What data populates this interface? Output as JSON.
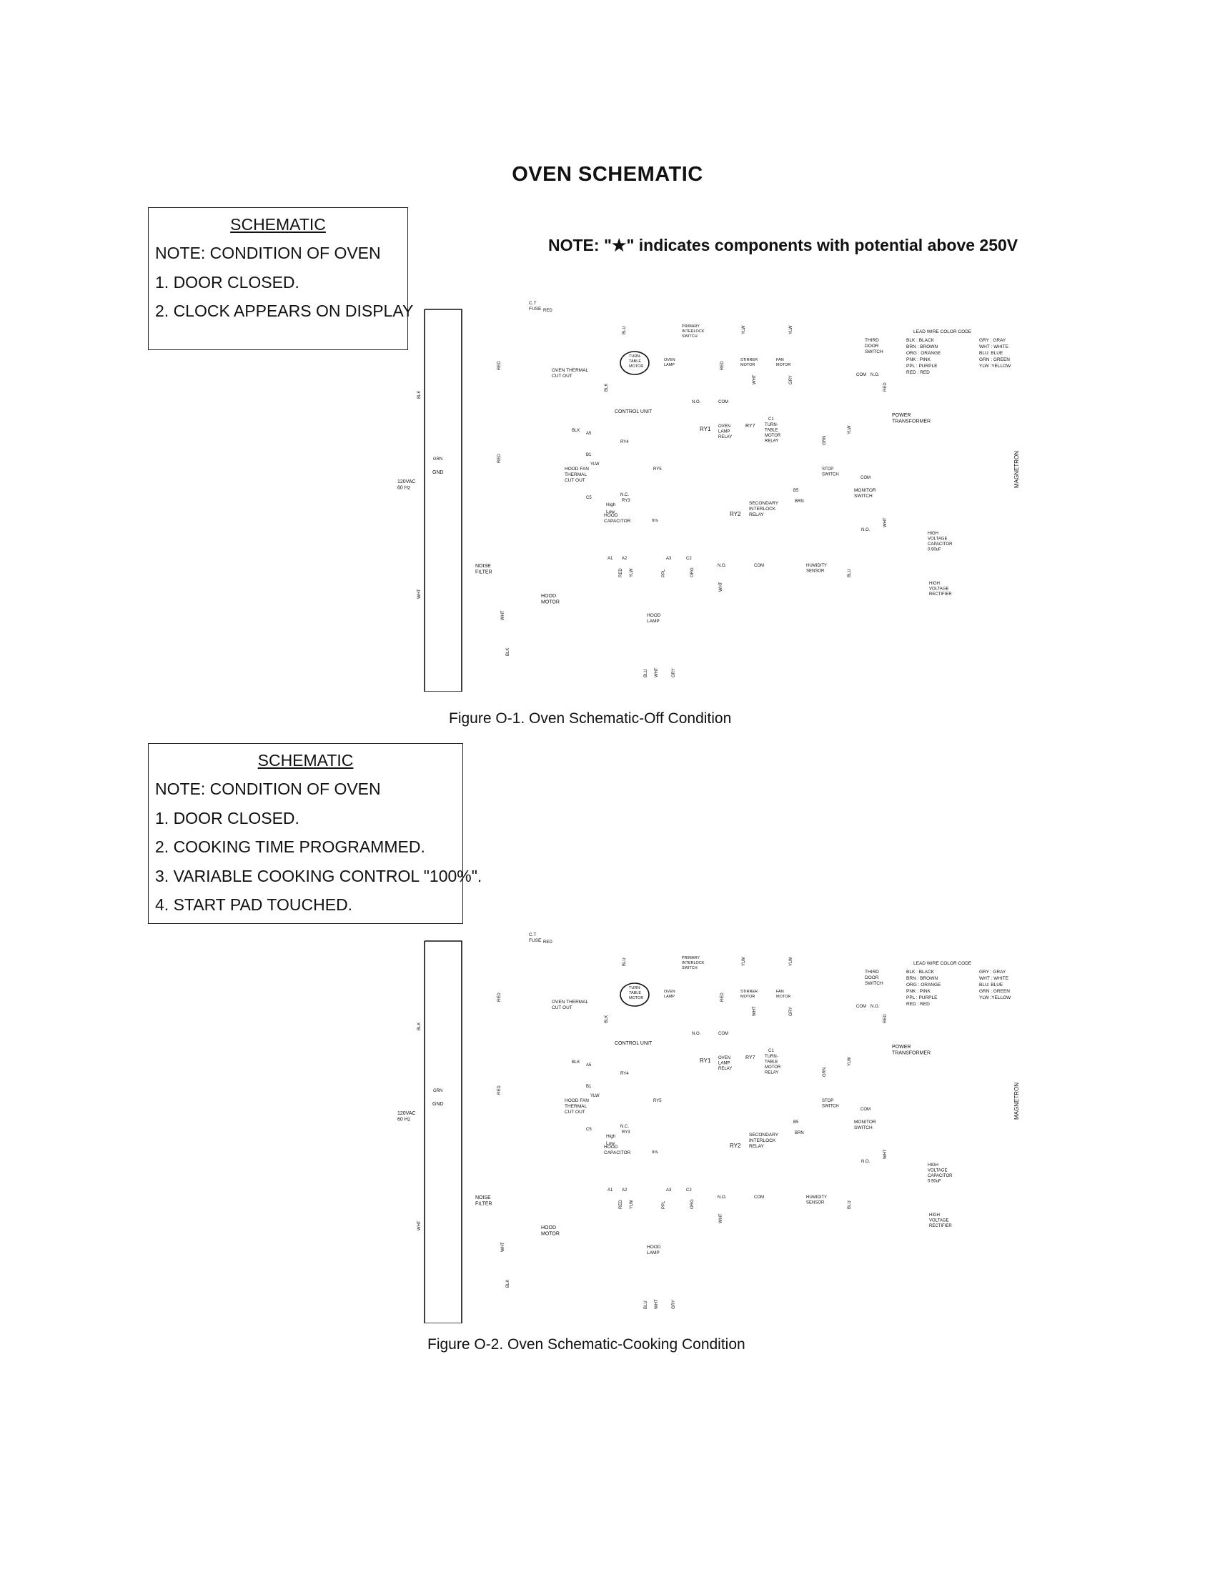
{
  "title": "OVEN SCHEMATIC",
  "high_voltage_note": "NOTE: \"★\" indicates components with potential above 250V",
  "figures": [
    {
      "note_box": {
        "heading": "SCHEMATIC",
        "lines": [
          "NOTE: CONDITION OF OVEN",
          "1. DOOR CLOSED.",
          "2. CLOCK APPEARS ON DISPLAY"
        ]
      },
      "caption": "Figure O-1. Oven Schematic-Off Condition"
    },
    {
      "note_box": {
        "heading": "SCHEMATIC",
        "lines": [
          "NOTE: CONDITION OF OVEN",
          "1. DOOR CLOSED.",
          "2. COOKING TIME PROGRAMMED.",
          "3. VARIABLE COOKING CONTROL \"100%\".",
          "4. START PAD TOUCHED."
        ]
      },
      "caption": "Figure O-2. Oven Schematic-Cooking Condition"
    }
  ],
  "schematic": {
    "control_unit": "CONTROL UNIT",
    "power_source": [
      "120VAC",
      "60 Hz"
    ],
    "gnd": "GND",
    "noise_filter": [
      "NOISE",
      "FILTER"
    ],
    "hood_motor": [
      "HOOD",
      "MOTOR"
    ],
    "hood_fan_cutout": [
      "HOOD FAN",
      "THERMAL",
      "CUT OUT"
    ],
    "hood_capacitor": [
      "HOOD",
      "CAPACITOR"
    ],
    "hood_lamp": [
      "HOOD",
      "LAMP"
    ],
    "oven_thermal": [
      "OVEN THERMAL",
      "CUT OUT"
    ],
    "cutout_fuse": [
      "C.T",
      "FUSE"
    ],
    "turntable_motor": [
      "TURN-",
      "TABLE",
      "MOTOR"
    ],
    "oven_lamp": [
      "OVEN",
      "LAMP"
    ],
    "stirrer_motor": [
      "STIRRER",
      "MOTOR"
    ],
    "fan_motor": [
      "FAN",
      "MOTOR"
    ],
    "primary_interlock": [
      "PRIMARY",
      "INTERLOCK",
      "SWITCH"
    ],
    "third_door_switch": [
      "THIRD",
      "DOOR",
      "SWITCH"
    ],
    "oven_lamp_relay": [
      "OVEN",
      "LAMP",
      "RELAY"
    ],
    "turntable_motor_relay": [
      "TURN-",
      "TABLE",
      "MOTOR",
      "RELAY"
    ],
    "stop_switch": [
      "STOP",
      "SWITCH"
    ],
    "secondary_interlock_relay": [
      "SECONDARY",
      "INTERLOCK",
      "RELAY"
    ],
    "monitor_switch": [
      "MONITOR",
      "SWITCH"
    ],
    "humidity_sensor": [
      "HUMIDITY",
      "SENSOR"
    ],
    "power_transformer": [
      "POWER",
      "TRANSFORMER"
    ],
    "hv_capacitor": [
      "HIGH",
      "VOLTAGE",
      "CAPACITOR",
      "0.90uF"
    ],
    "hv_rectifier": [
      "HIGH",
      "VOLTAGE",
      "RECTIFIER"
    ],
    "magnetron": "MAGNETRON",
    "relays": {
      "ry1": "RY1",
      "ry2": "RY2",
      "ry3": "RY3",
      "ry4": "RY4",
      "ry5": "RY5",
      "ry7": "RY7"
    },
    "speed": {
      "high": "High",
      "low": "Low",
      "ins": "Ins"
    },
    "contacts": {
      "com": "COM",
      "no": "N.O.",
      "nc": "N.C."
    },
    "legend": {
      "title": "LEAD WIRE COLOR CODE",
      "left": [
        "BLK : BLACK",
        "BRN : BROWN",
        "ORG : ORANGE",
        "PNK : PINK",
        "PPL : PURPLE",
        "RED : RED"
      ],
      "right": [
        "GRY : GRAY",
        "WHT : WHITE",
        "BLU: BLUE",
        "GRN : GREEN",
        "YLW :YELLOW"
      ]
    },
    "wire": {
      "blk": "BLK",
      "red": "RED",
      "wht": "WHT",
      "grn": "GRN",
      "blu": "BLU",
      "ylw": "YLW",
      "gry": "GRY",
      "org": "ORG",
      "ppl": "PPL",
      "brn": "BRN"
    },
    "terminals": [
      "A5",
      "B1",
      "C5",
      "A1",
      "A2",
      "A3",
      "C2",
      "C1",
      "B5"
    ]
  }
}
